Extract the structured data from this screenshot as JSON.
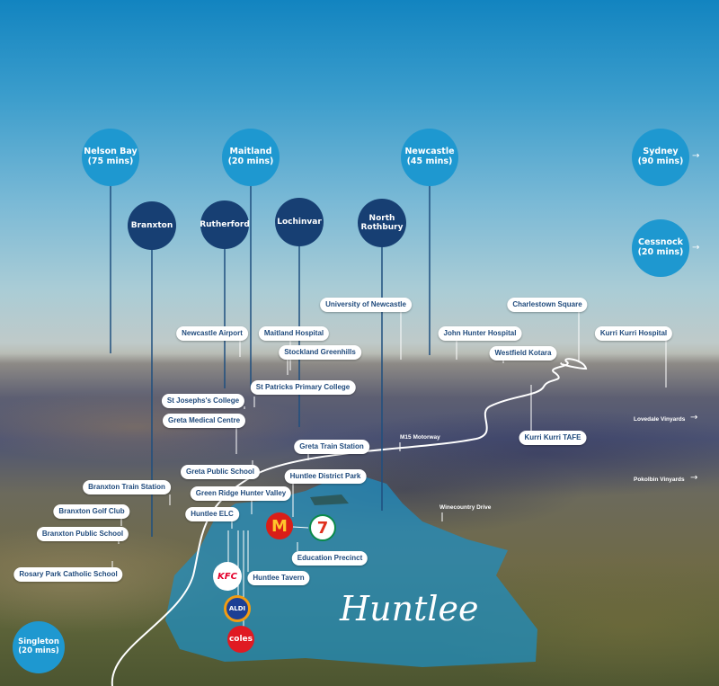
{
  "destinations": [
    {
      "name": "Nelson Bay",
      "time": "(75 mins)"
    },
    {
      "name": "Maitland",
      "time": "(20 mins)"
    },
    {
      "name": "Newcastle",
      "time": "(45 mins)"
    },
    {
      "name": "Sydney",
      "time": "(90 mins)"
    },
    {
      "name": "Cessnock",
      "time": "(20 mins)"
    },
    {
      "name": "Singleton",
      "time": "(20 mins)"
    }
  ],
  "towns": [
    "Branxton",
    "Rutherford",
    "Lochinvar",
    "North\nRothbury"
  ],
  "places": [
    "Newcastle Airport",
    "Maitland Hospital",
    "Stockland Greenhills",
    "St Patricks Primary College",
    "St Josephs's College",
    "Greta Medical Centre",
    "Greta Train Station",
    "Greta Public School",
    "Huntlee District Park",
    "Branxton Train Station",
    "Green Ridge Hunter Valley",
    "Huntlee ELC",
    "Branxton Golf Club",
    "Branxton  Public School",
    "Rosary Park Catholic School",
    "Education Precinct",
    "Huntlee Tavern",
    "University of Newcastle",
    "Charlestown Square",
    "John Hunter Hospital",
    "Westfield Kotara",
    "Kurri Kurri Hospital",
    "Kurri Kurri TAFE"
  ],
  "roads": [
    "M15 Motorway",
    "Winecountry Drive"
  ],
  "vineyards": [
    "Lovedale Vinyards",
    "Pokolbin Vinyards"
  ],
  "brands": {
    "mcdonalds": "M",
    "seven_eleven": "7",
    "kfc": "KFC",
    "aldi": "ALDI",
    "coles": "coles"
  },
  "logo": "Huntlee",
  "colors": {
    "destination": "#1e98d0",
    "town": "#173f73",
    "label_text": "#1f4a7c",
    "lake": "#1d8fc4"
  }
}
